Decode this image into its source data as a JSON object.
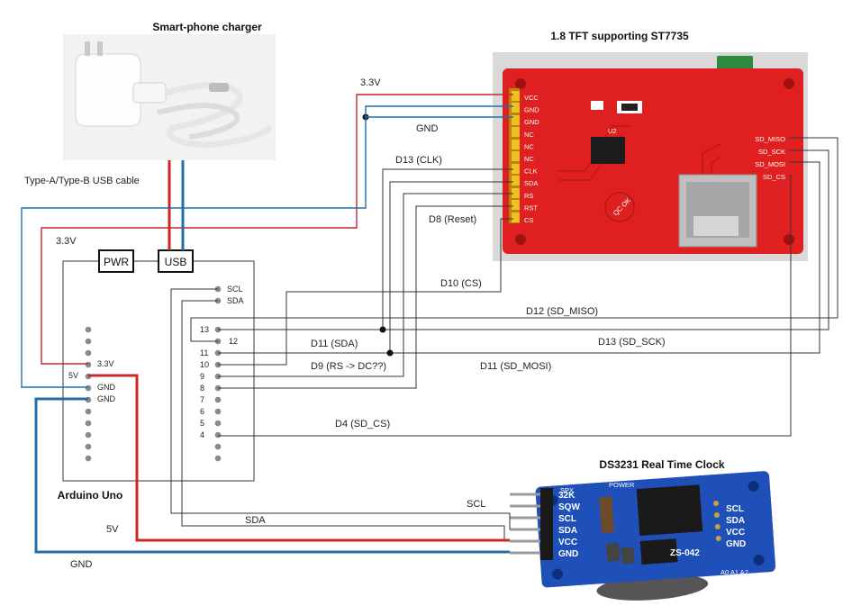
{
  "titles": {
    "charger": "Smart-phone  charger",
    "tft": "1.8 TFT supporting ST7735",
    "rtc": "DS3231 Real Time Clock",
    "arduino": "Arduino Uno",
    "usb_cable": "Type-A/Type-B  USB cable"
  },
  "arduino": {
    "pwr_label": "PWR",
    "usb_label": "USB",
    "power_pins": {
      "p33": "3.3V",
      "p5v": "5V",
      "gnd1": "GND",
      "gnd2": "GND"
    },
    "i2c_pins": {
      "scl": "SCL",
      "sda": "SDA"
    },
    "digital_pins": {
      "d13": "13",
      "d12": "12",
      "d11": "11",
      "d10": "10",
      "d9": "9",
      "d8": "8",
      "d7": "7",
      "d6": "6",
      "d5": "5",
      "d4": "4"
    }
  },
  "tft_pins": [
    "VCC",
    "GND",
    "GND",
    "NC",
    "NC",
    "NC",
    "CLK",
    "SDA",
    "RS",
    "RST",
    "CS"
  ],
  "tft_sd_pins": [
    "SD_MISO",
    "SD_SCK",
    "SD_MOSI",
    "SD_CS"
  ],
  "tft_board": {
    "chip_label": "U2",
    "qc_label": "QC OK"
  },
  "rtc_pins": [
    "32K",
    "SQW",
    "SCL",
    "SDA",
    "VCC",
    "GND"
  ],
  "rtc_board": {
    "right_pins": [
      "SCL",
      "SDA",
      "VCC",
      "GND"
    ],
    "spx": "SPX",
    "power": "POWER",
    "model": "ZS-042",
    "addr": "A0 A1 A2"
  },
  "wire_labels": {
    "tft_33v": "3.3V",
    "tft_gnd": "GND",
    "clk": "D13 (CLK)",
    "reset": "D8 (Reset)",
    "cs": "D10 (CS)",
    "miso": "D12 (SD_MISO)",
    "sda": "D11 (SDA)",
    "sck": "D13 (SD_SCK)",
    "rs": "D9 (RS  ->  DC??)",
    "mosi": "D11 (SD_MOSI)",
    "sd_cs": "D4 (SD_CS)",
    "ard_33v": "3.3V",
    "scl": "SCL",
    "sda_rtc": "SDA",
    "v5": "5V",
    "gnd": "GND"
  },
  "colors": {
    "red_wire": "#c8282a",
    "blue_wire": "#1f6fb0",
    "tft_board": "#e02020",
    "rtc_board": "#1f4fb8",
    "pin_gold": "#f0c020"
  }
}
